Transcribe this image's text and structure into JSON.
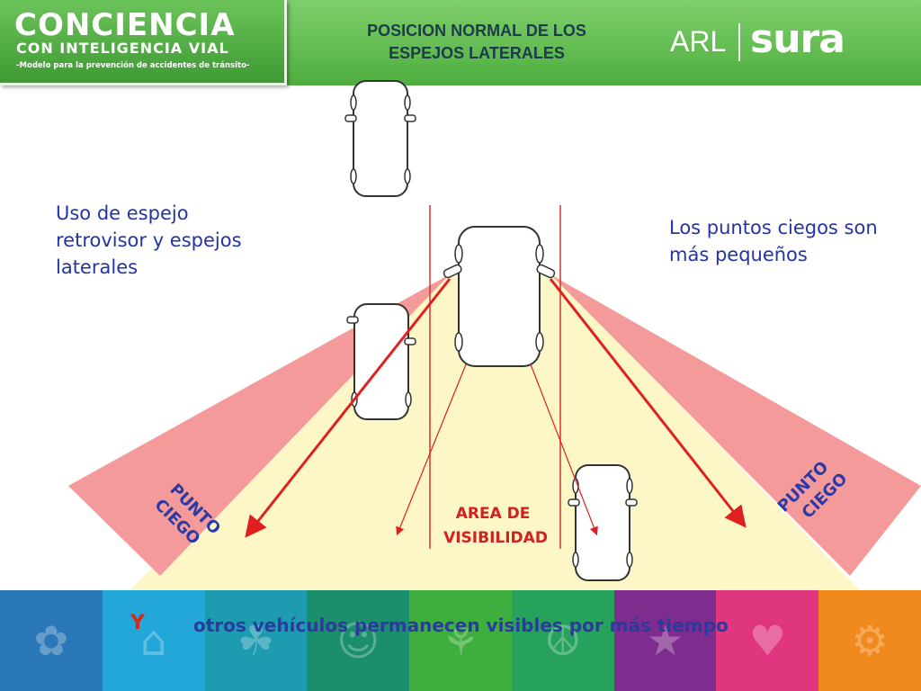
{
  "header": {
    "logo_title": "CONCIENCIA",
    "logo_subtitle": "CON INTELIGENCIA VIAL",
    "logo_tagline": "-Modelo para la prevención de accidentes de tránsito-",
    "title_line1": "POSICION NORMAL DE LOS",
    "title_line2": "ESPEJOS LATERALES",
    "brand_arl": "ARL",
    "brand_sura": "sura"
  },
  "diagram": {
    "left_text": [
      "Uso de espejo",
      "retrovisor y espejos",
      "laterales"
    ],
    "right_text": [
      "Los puntos ciegos son",
      "más pequeños"
    ],
    "blind_spot_left": [
      "PUNTO",
      "CIEGO"
    ],
    "blind_spot_right": [
      "PUNTO",
      "CIEGO"
    ],
    "visibility_label": [
      "AREA DE",
      "VISIBILIDAD"
    ]
  },
  "bottom": {
    "letter": "Y",
    "text": "otros vehículos permanecen visibles por más tiempo"
  },
  "footer": {
    "segments": [
      {
        "color": "#2a78b8",
        "icon": "flower-icon"
      },
      {
        "color": "#23a6d8",
        "icon": "factory-icon"
      },
      {
        "color": "#1d9bb0",
        "icon": "leaf-icon"
      },
      {
        "color": "#1b8f6d",
        "icon": "people-icon"
      },
      {
        "color": "#3eae3e",
        "icon": "plant-icon"
      },
      {
        "color": "#27a25d",
        "icon": "handshake-icon"
      },
      {
        "color": "#7e2c8e",
        "icon": "star-icon"
      },
      {
        "color": "#e0357f",
        "icon": "heart-icon"
      },
      {
        "color": "#f08a1c",
        "icon": "gear-icon"
      }
    ]
  },
  "colors": {
    "text_blue": "#2433a6",
    "blind_spot": "#f59a9a",
    "visibility_area": "#fdf7c8",
    "arrow_red": "#e02020",
    "header_green": "#5fbd4c"
  }
}
